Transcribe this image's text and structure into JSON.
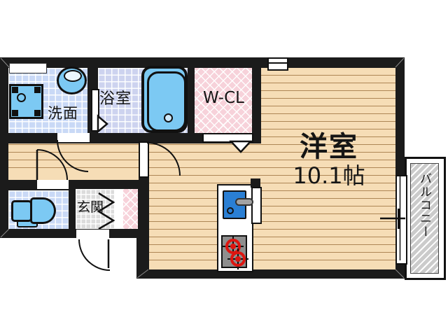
{
  "title": "ワンルーム間取り図 (studio apartment floor plan)",
  "rooms": {
    "washroom": {
      "label": "洗面"
    },
    "bathroom": {
      "label": "浴室"
    },
    "walk_in_closet": {
      "label": "W-CL"
    },
    "main_room": {
      "label": "洋室",
      "size": "10.1帖"
    },
    "entrance": {
      "label": "玄関"
    },
    "balcony": {
      "label": "バルコニー"
    }
  },
  "fixtures": [
    "bathtub",
    "washbasin",
    "washing-machine-pan",
    "toilet",
    "kitchen-sink",
    "faucet",
    "gas-stove-2-burners",
    "entrance-closet-bifold"
  ],
  "colors": {
    "wall": "#1b1b1b",
    "wood_floor": "#f6ddb6",
    "wood_line": "#ad8655",
    "fixture_blue": "#7cc9f3",
    "tile_blue": "#c9d9f6",
    "bath_tile": "#cdd3ef",
    "entrance_tile": "#dcdcdc",
    "closet_pink": "#f7d2da",
    "balcony_gray": "#cbcbcb",
    "stove_gray": "#8e8e8e",
    "burner_red": "#dd1510"
  }
}
